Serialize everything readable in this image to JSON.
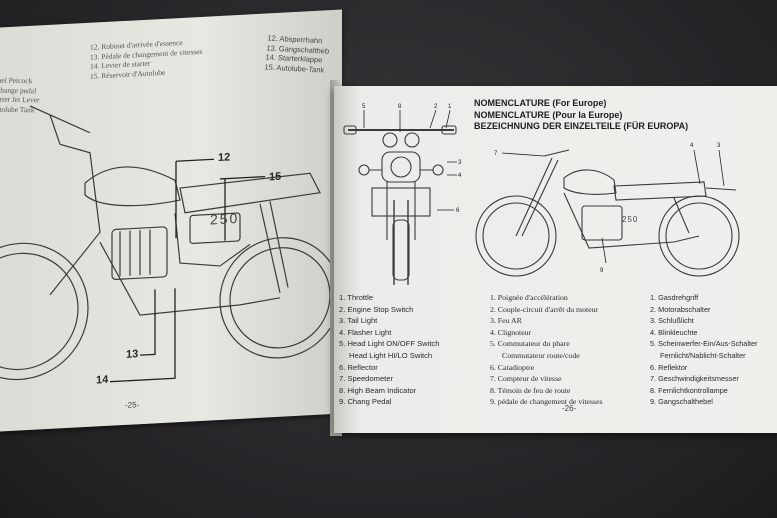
{
  "left_page": {
    "top_legend_center": [
      "12. Robinet d'arrivée d'essence",
      "13. Pédale de changement de vitesses",
      "14. Levier de starter",
      "15. Réservoir d'Autolube"
    ],
    "top_legend_right": [
      "12. Absperrhahn",
      "13. Gangschaltheb",
      "14. Starterklappe",
      "15. Autolube-Tank"
    ],
    "top_legend_left": [
      "uel Petcock",
      "change pedal",
      "arter Jet Lever",
      "utolube Tank"
    ],
    "callouts": [
      "12",
      "15",
      "13",
      "14"
    ],
    "tank_text": "250",
    "page_number": "-25-"
  },
  "right_page": {
    "headings": [
      "NOMENCLATURE (For Europe)",
      "NOMENCLATURE (Pour la Europe)",
      "BEZEICHNUNG DER EINZELTEILE (FÜR EUROPA)"
    ],
    "front_callouts": [
      "5",
      "8",
      "2",
      "1",
      "3",
      "4",
      "6"
    ],
    "side_callouts": [
      "7",
      "4",
      "3",
      "9"
    ],
    "tank_text": "250",
    "legend_en": [
      "1. Throttle",
      "2. Engine Stop Switch",
      "3. Tail Light",
      "4. Flasher Light",
      "5. Head Light ON/OFF Switch",
      "Head Light HI/LO Switch",
      "6. Reflector",
      "7. Speedometer",
      "8. High Beam Indicator",
      "9. Chang Pedal"
    ],
    "legend_fr": [
      "1. Poignée d'accélération",
      "2. Couple-circuit d'arrêt du moteur",
      "3. Feu AR",
      "4. Clignoteur",
      "5. Commutateur du phare",
      "Commutateur route/code",
      "6. Catadioptre",
      "7. Compteur de vitesse",
      "8. Témoin de feu de route",
      "9. pédale de changement de vitesses"
    ],
    "legend_de": [
      "1. Gasdrehgriff",
      "2. Motorabschalter",
      "3. Schlußlicht",
      "4. Blinkleuchte",
      "5. Scheinwerfer-Ein/Aus-Schalter",
      "Fernlicht/Nablicht-Schalter",
      "6. Reflektor",
      "7. Geschwindigkeitsmesser",
      "8. Fernlichtkontrollampe",
      "9. Gangschalthebel"
    ],
    "page_number": "-26-"
  }
}
